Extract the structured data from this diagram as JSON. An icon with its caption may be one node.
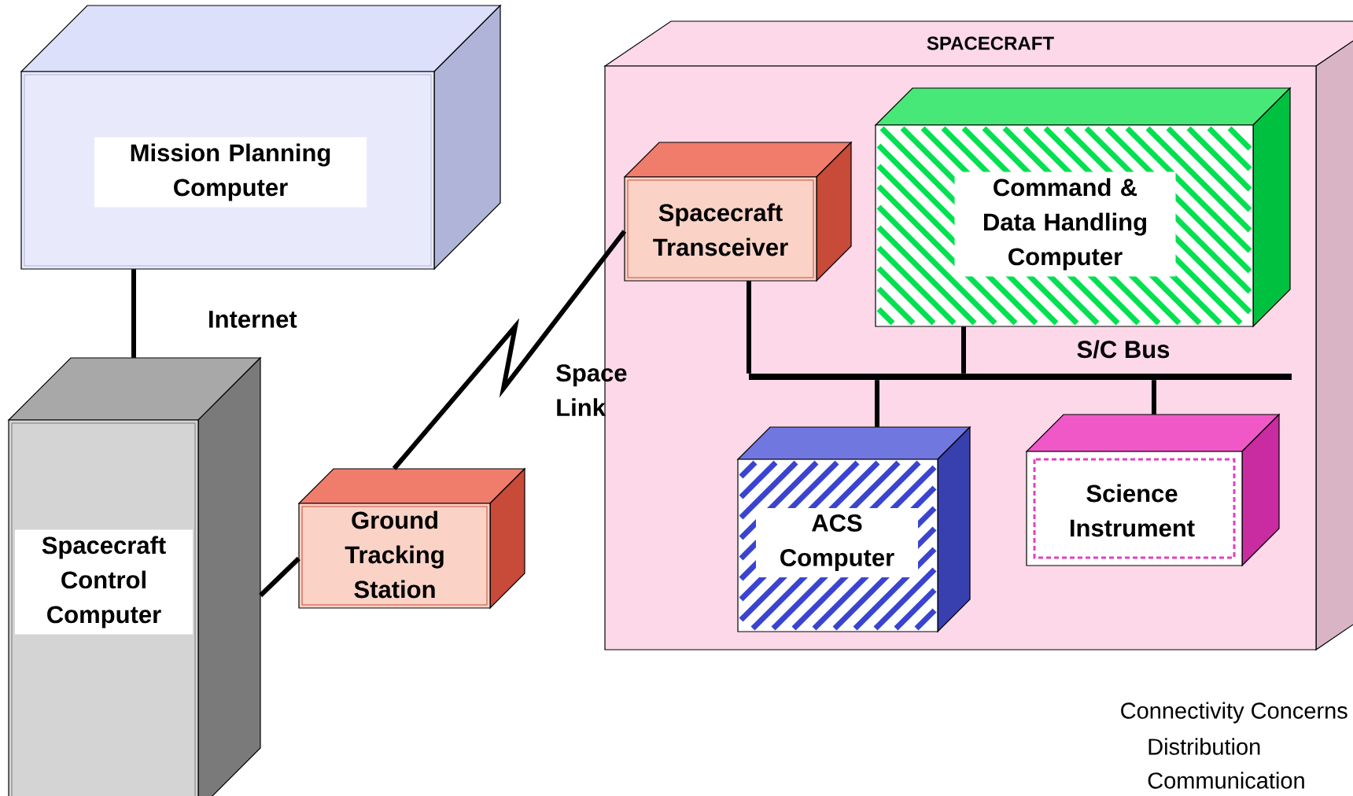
{
  "diagram": {
    "nodes": [
      {
        "text": [
          "Mission Planning Computer"
        ]
      },
      {
        "text": [
          "Spacecraft Control Computer"
        ]
      },
      {
        "text": [
          "Ground Tracking Station"
        ]
      },
      {
        "text": [
          "SPACECRAFT"
        ]
      },
      {
        "text": [
          "Spacecraft Transceiver"
        ],
        "in": 3
      },
      {
        "text": [
          "Command & Data Handling Computer"
        ],
        "in": 3
      },
      {
        "text": [
          "ACS Computer"
        ],
        "in": 3
      },
      {
        "text": [
          "Science Instrument"
        ],
        "in": 3
      },
      {
        "text": [],
        "shape": "bar",
        "beside": [
          "S/C Bus"
        ],
        "in": 3
      }
    ],
    "edges": [
      {
        "from": 0,
        "to": 1,
        "arrow": "none",
        "label": "Internet"
      },
      {
        "from": 1,
        "to": 2,
        "arrow": "none"
      },
      {
        "from": 2,
        "to": 4,
        "arrow": "none",
        "label": "Space Link"
      },
      {
        "from": 4,
        "to": 8,
        "arrow": "none"
      },
      {
        "from": 5,
        "to": 8,
        "arrow": "none"
      },
      {
        "from": 6,
        "to": 8,
        "arrow": "none"
      },
      {
        "from": 7,
        "to": 8,
        "arrow": "none"
      }
    ],
    "labels": [
      "Connectivity Concerns",
      "Distribution",
      "Communication"
    ]
  }
}
